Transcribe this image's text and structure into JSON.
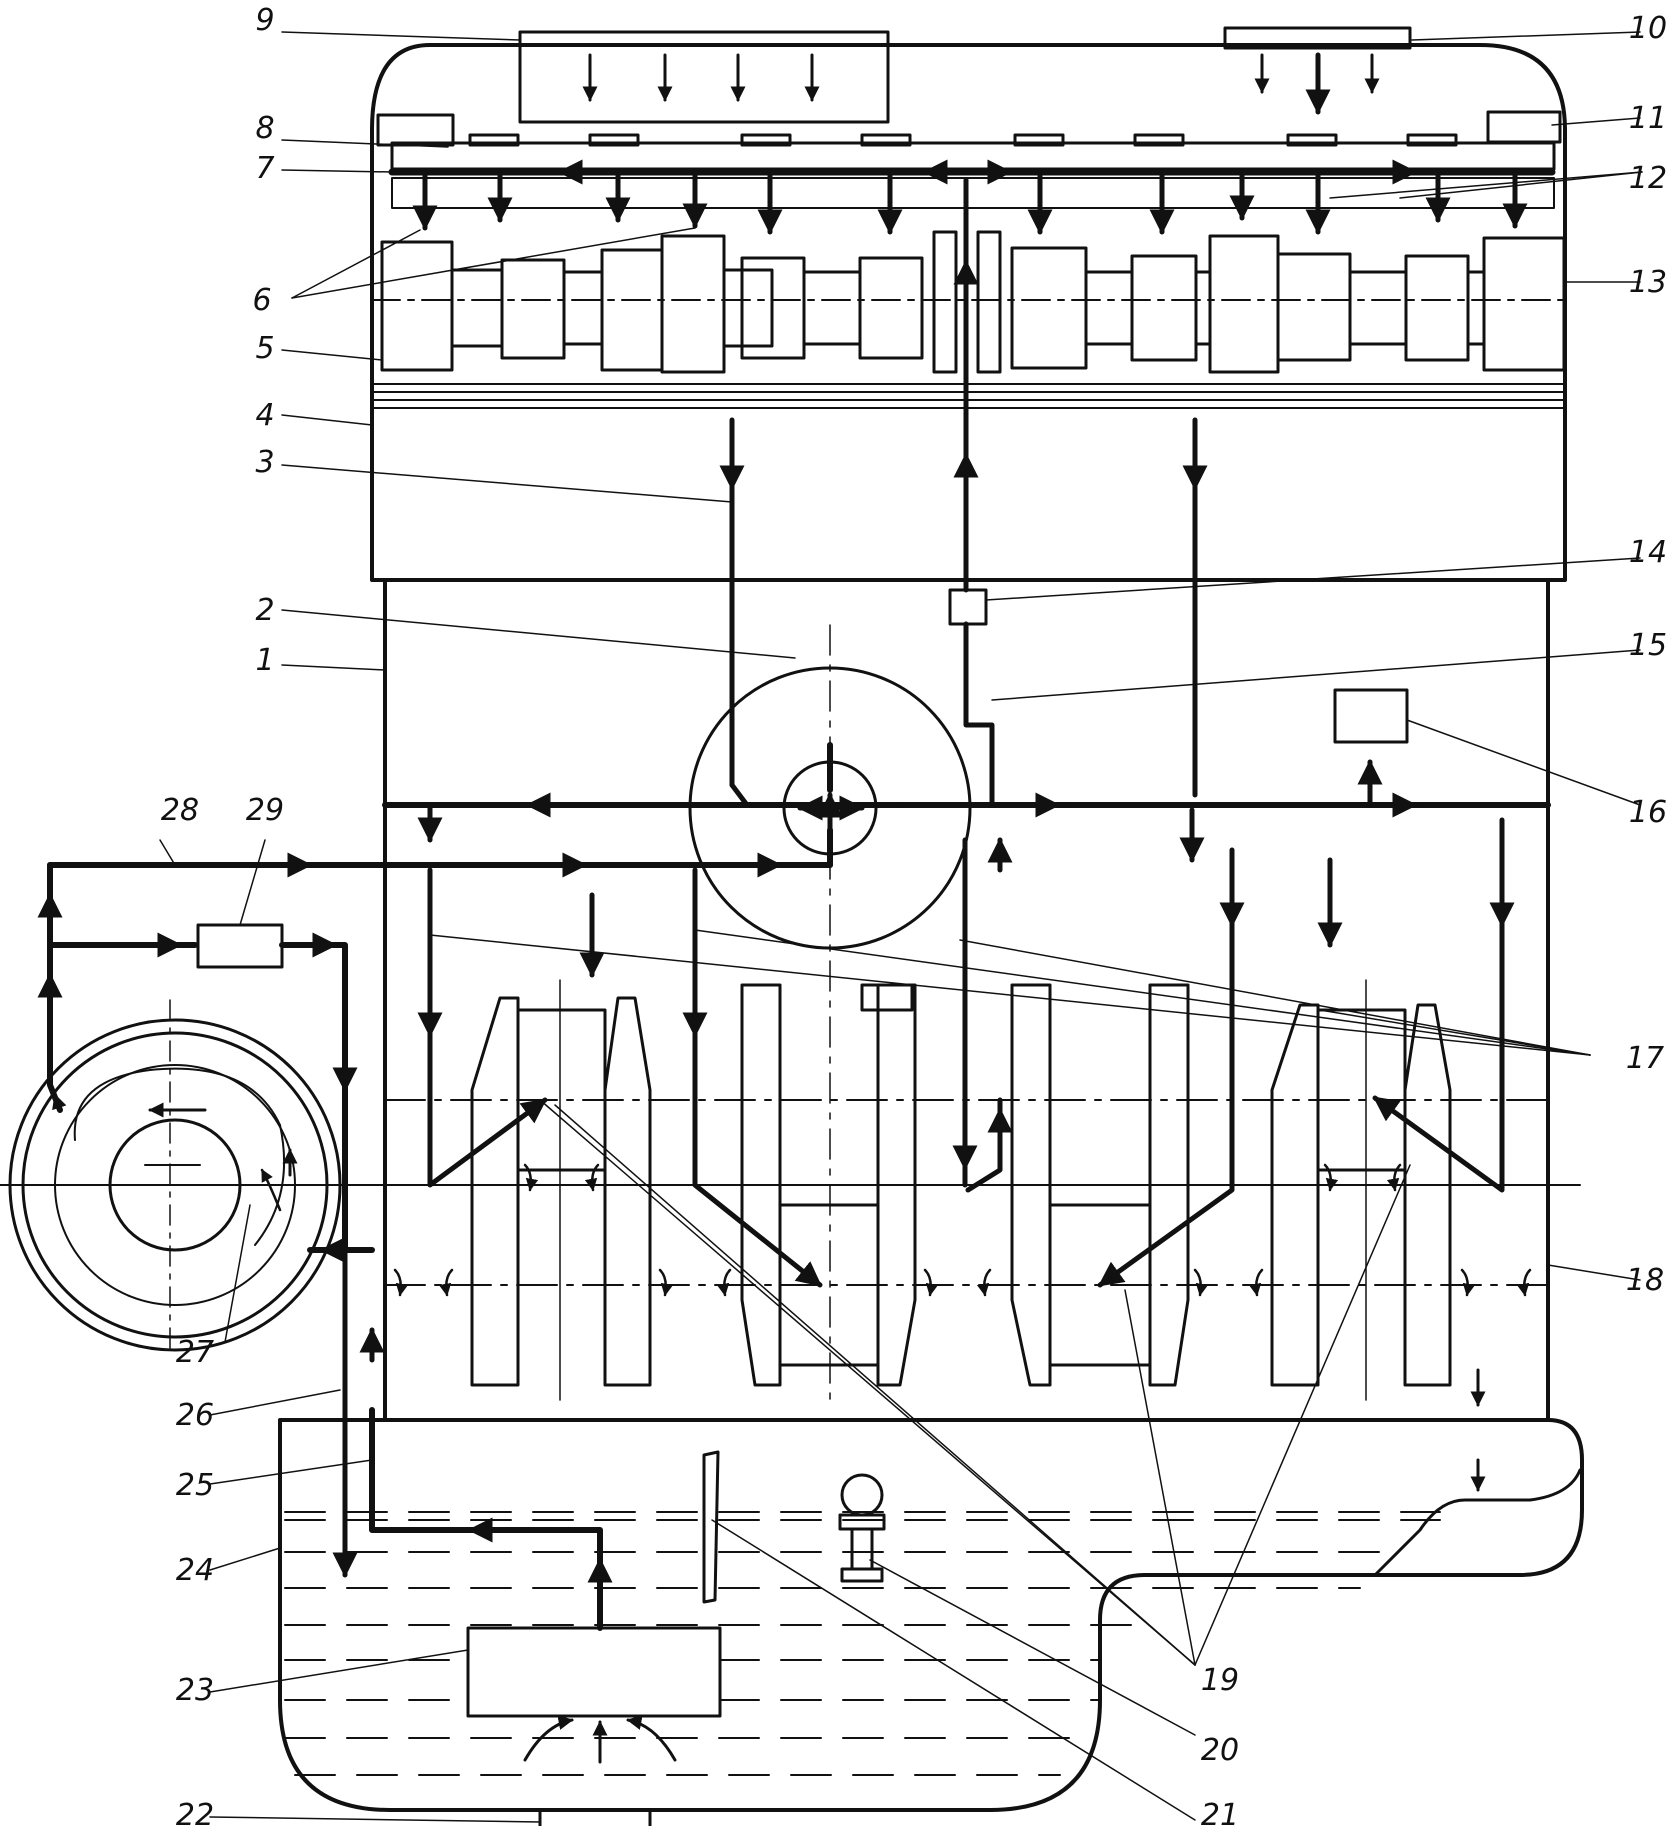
{
  "diagram": {
    "callouts": [
      "1",
      "2",
      "3",
      "4",
      "5",
      "6",
      "7",
      "8",
      "9",
      "10",
      "11",
      "12",
      "13",
      "14",
      "15",
      "16",
      "17",
      "18",
      "19",
      "20",
      "21",
      "22",
      "23",
      "24",
      "25",
      "26",
      "27",
      "28",
      "29"
    ]
  },
  "colors": {
    "ink": "#111111",
    "paper": "#ffffff",
    "oil": "#111111"
  }
}
